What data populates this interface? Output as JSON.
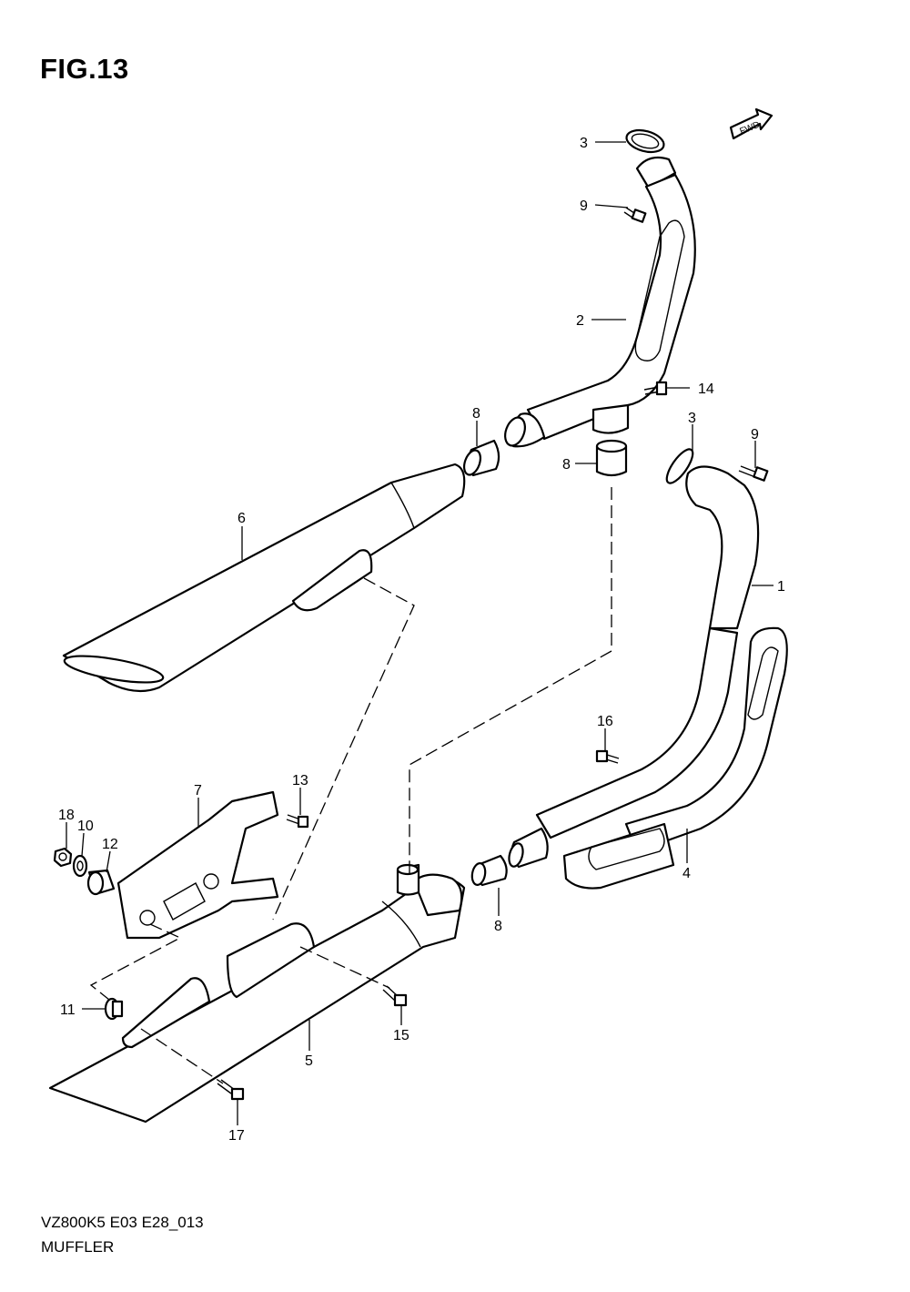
{
  "figure": {
    "title": "FIG.13"
  },
  "footer": {
    "code": "VZ800K5 E03 E28_013",
    "name": "MUFFLER"
  },
  "fwd_badge": "FWD",
  "callouts": [
    {
      "id": "c3a",
      "text": "3"
    },
    {
      "id": "c9a",
      "text": "9"
    },
    {
      "id": "c2",
      "text": "2"
    },
    {
      "id": "c14",
      "text": "14"
    },
    {
      "id": "c8a",
      "text": "8"
    },
    {
      "id": "c8b",
      "text": "8"
    },
    {
      "id": "c3b",
      "text": "3"
    },
    {
      "id": "c9b",
      "text": "9"
    },
    {
      "id": "c1",
      "text": "1"
    },
    {
      "id": "c6",
      "text": "6"
    },
    {
      "id": "c16",
      "text": "16"
    },
    {
      "id": "c13",
      "text": "13"
    },
    {
      "id": "c7",
      "text": "7"
    },
    {
      "id": "c18",
      "text": "18"
    },
    {
      "id": "c10",
      "text": "10"
    },
    {
      "id": "c12",
      "text": "12"
    },
    {
      "id": "c4",
      "text": "4"
    },
    {
      "id": "c8c",
      "text": "8"
    },
    {
      "id": "c11",
      "text": "11"
    },
    {
      "id": "c5",
      "text": "5"
    },
    {
      "id": "c15",
      "text": "15"
    },
    {
      "id": "c17",
      "text": "17"
    }
  ]
}
